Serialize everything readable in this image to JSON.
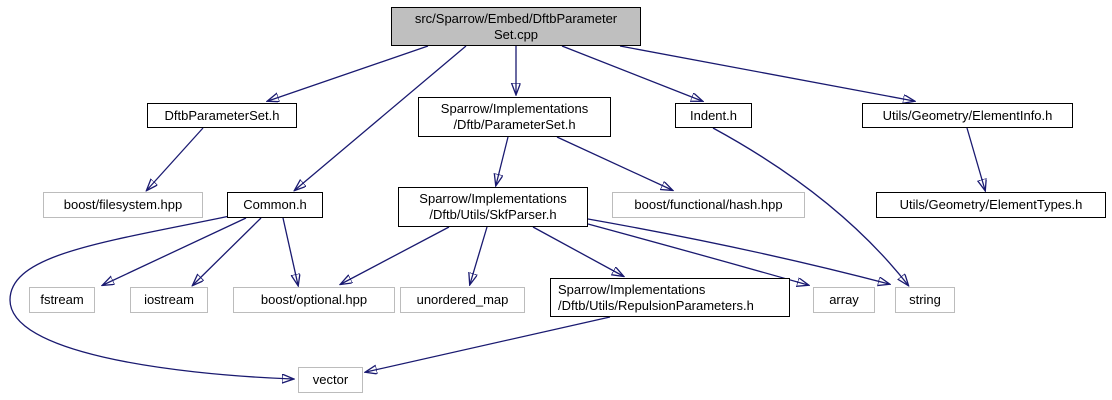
{
  "diagram": {
    "kind": "include-dependency-graph",
    "colors": {
      "edge": "#191970",
      "node_fill": "#ffffff",
      "focus_node_fill": "#bfbfbf",
      "internal_border": "#000000",
      "external_border": "#bcbcbc",
      "text": "#000000"
    },
    "nodes": {
      "cpp": {
        "label": "src/Sparrow/Embed/DftbParameter\nSet.cpp",
        "type": "focus"
      },
      "dftb_parameter_set_h": {
        "label": "DftbParameterSet.h",
        "type": "internal"
      },
      "parameter_set_h": {
        "label": "Sparrow/Implementations\n/Dftb/ParameterSet.h",
        "type": "internal"
      },
      "indent_h": {
        "label": "Indent.h",
        "type": "internal"
      },
      "element_info_h": {
        "label": "Utils/Geometry/ElementInfo.h",
        "type": "internal"
      },
      "boost_filesystem": {
        "label": "boost/filesystem.hpp",
        "type": "external"
      },
      "common_h": {
        "label": "Common.h",
        "type": "internal"
      },
      "skf_parser_h": {
        "label": "Sparrow/Implementations\n/Dftb/Utils/SkfParser.h",
        "type": "internal"
      },
      "boost_hash": {
        "label": "boost/functional/hash.hpp",
        "type": "external"
      },
      "element_types_h": {
        "label": "Utils/Geometry/ElementTypes.h",
        "type": "internal"
      },
      "fstream": {
        "label": "fstream",
        "type": "external"
      },
      "iostream": {
        "label": "iostream",
        "type": "external"
      },
      "boost_optional": {
        "label": "boost/optional.hpp",
        "type": "external"
      },
      "unordered_map": {
        "label": "unordered_map",
        "type": "external"
      },
      "repulsion_parameters_h": {
        "label": "Sparrow/Implementations\n/Dftb/Utils/RepulsionParameters.h",
        "type": "internal"
      },
      "array": {
        "label": "array",
        "type": "external"
      },
      "string": {
        "label": "string",
        "type": "external"
      },
      "vector": {
        "label": "vector",
        "type": "external"
      }
    },
    "edges": [
      {
        "from": "cpp",
        "to": "dftb_parameter_set_h"
      },
      {
        "from": "cpp",
        "to": "common_h"
      },
      {
        "from": "cpp",
        "to": "parameter_set_h"
      },
      {
        "from": "cpp",
        "to": "indent_h"
      },
      {
        "from": "cpp",
        "to": "element_info_h"
      },
      {
        "from": "dftb_parameter_set_h",
        "to": "boost_filesystem"
      },
      {
        "from": "parameter_set_h",
        "to": "skf_parser_h"
      },
      {
        "from": "parameter_set_h",
        "to": "boost_hash"
      },
      {
        "from": "indent_h",
        "to": "string"
      },
      {
        "from": "element_info_h",
        "to": "element_types_h"
      },
      {
        "from": "common_h",
        "to": "fstream"
      },
      {
        "from": "common_h",
        "to": "iostream"
      },
      {
        "from": "common_h",
        "to": "boost_optional"
      },
      {
        "from": "common_h",
        "to": "vector"
      },
      {
        "from": "skf_parser_h",
        "to": "boost_optional"
      },
      {
        "from": "skf_parser_h",
        "to": "unordered_map"
      },
      {
        "from": "skf_parser_h",
        "to": "repulsion_parameters_h"
      },
      {
        "from": "skf_parser_h",
        "to": "array"
      },
      {
        "from": "skf_parser_h",
        "to": "string"
      },
      {
        "from": "repulsion_parameters_h",
        "to": "vector"
      }
    ]
  }
}
